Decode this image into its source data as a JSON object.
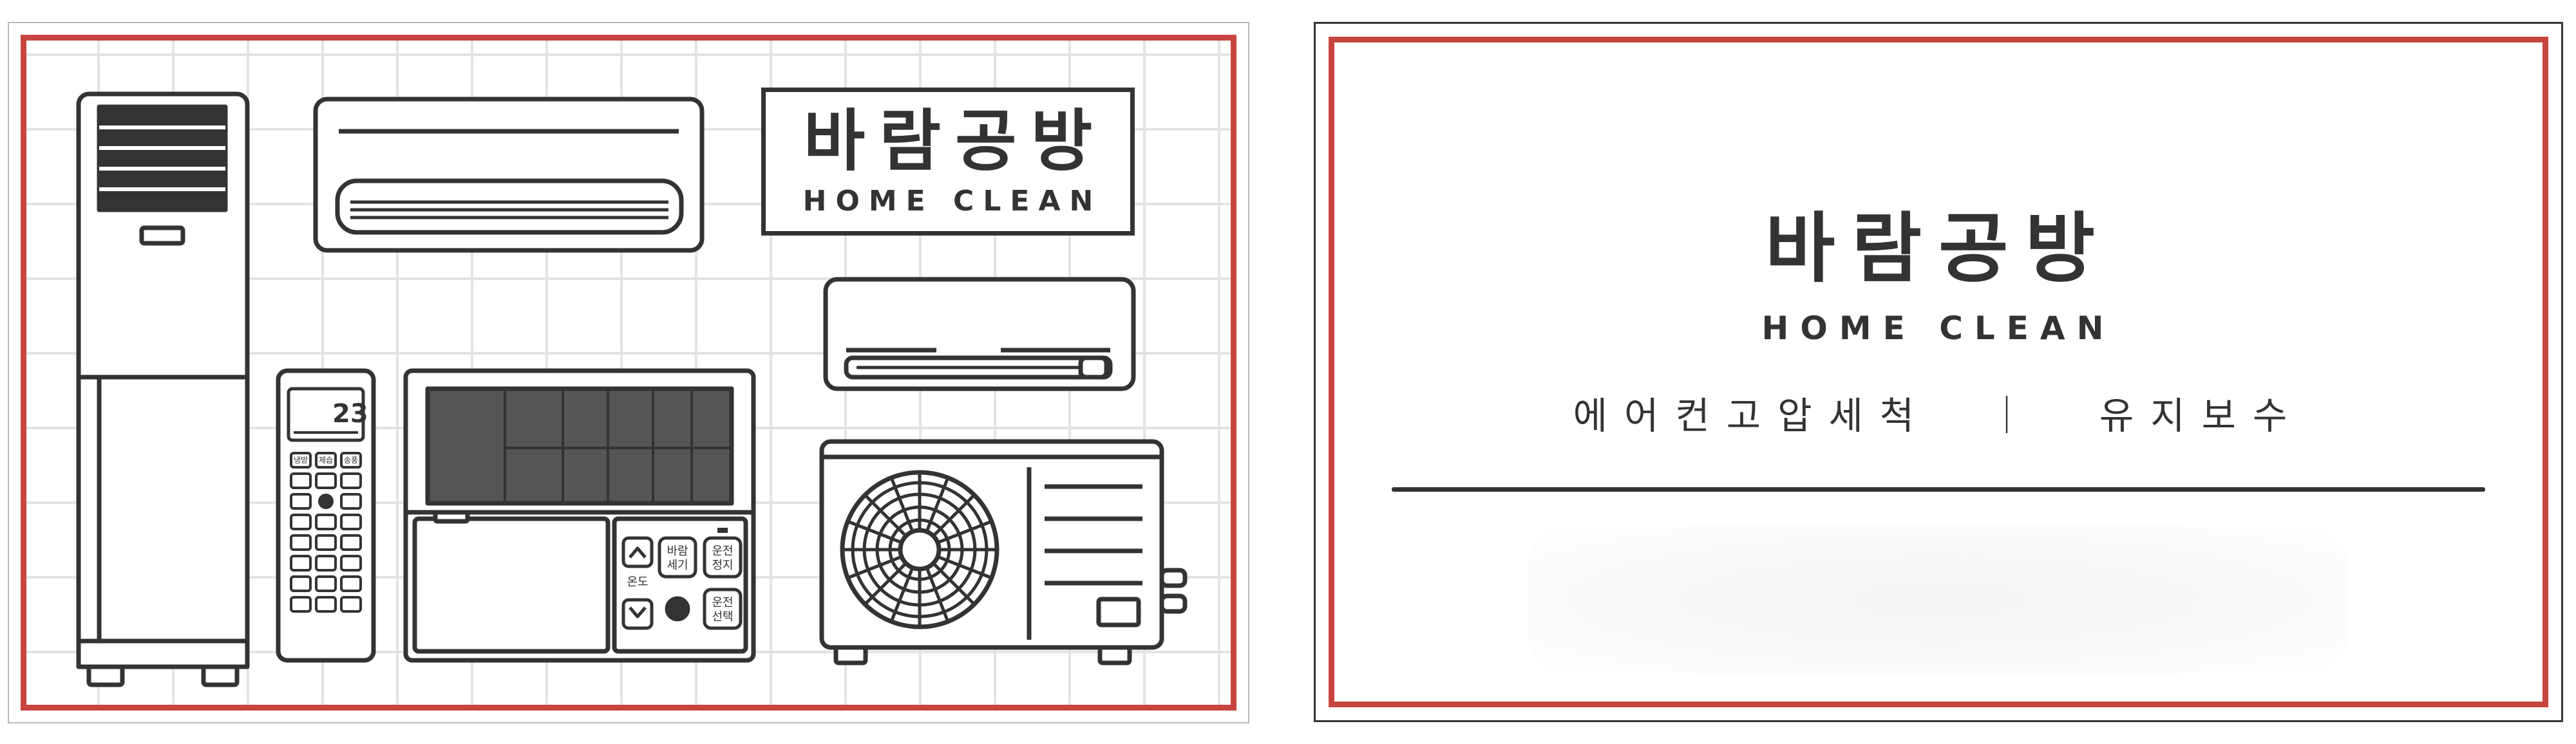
{
  "brand": {
    "korean_name": "바람공방",
    "english_name": "HOME CLEAN"
  },
  "services": {
    "line": "에어컨고압세척  ｜  유지보수"
  },
  "remote": {
    "display_number": "23",
    "btn_cool": "냉방",
    "btn_dehumid": "제습",
    "btn_fan": "송풍"
  },
  "controller": {
    "temp_label": "온도",
    "btn_fan_speed_1": "바람",
    "btn_fan_speed_2": "세기",
    "btn_stop_1": "운전",
    "btn_stop_2": "정지",
    "btn_mode_1": "운전",
    "btn_mode_2": "선택"
  },
  "colors": {
    "frame_red": "#c8453f",
    "ink": "#333333",
    "grid": "#e3e3e3"
  }
}
